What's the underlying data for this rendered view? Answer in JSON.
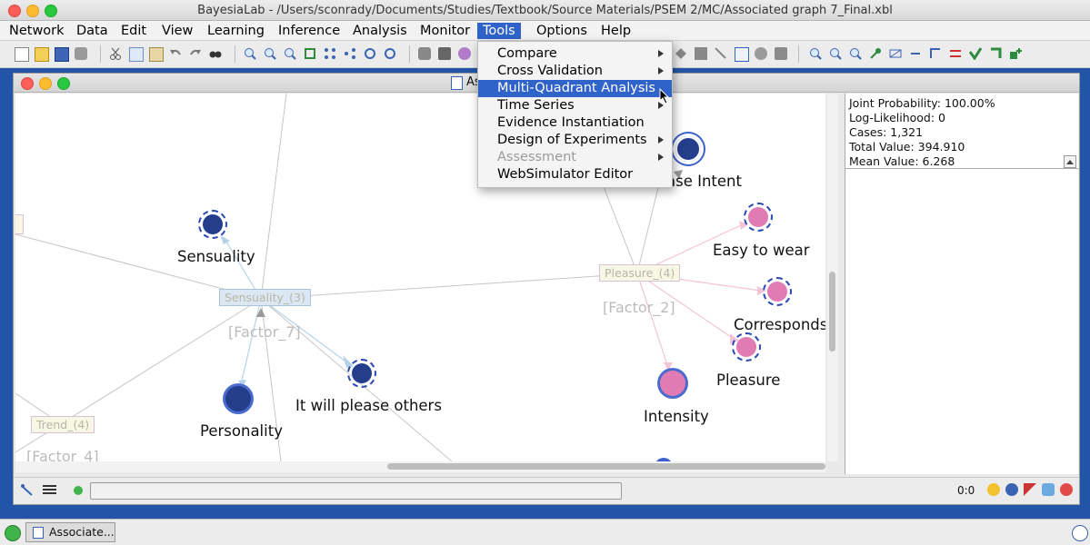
{
  "window": {
    "title": "BayesiaLab - /Users/sconrady/Documents/Studies/Textbook/Source Materials/PSEM 2/MC/Associated graph 7_Final.xbl"
  },
  "menubar": {
    "items": [
      "Network",
      "Data",
      "Edit",
      "View",
      "Learning",
      "Inference",
      "Analysis",
      "Monitor",
      "Tools",
      "Options",
      "Help"
    ],
    "active": "Tools"
  },
  "tools_menu": {
    "items": [
      {
        "label": "Compare",
        "submenu": true,
        "state": "normal"
      },
      {
        "label": "Cross Validation",
        "submenu": true,
        "state": "normal"
      },
      {
        "label": "Multi-Quadrant Analysis",
        "submenu": false,
        "state": "selected"
      },
      {
        "label": "Time Series",
        "submenu": true,
        "state": "normal"
      },
      {
        "label": "Evidence Instantiation",
        "submenu": false,
        "state": "normal"
      },
      {
        "label": "Design of Experiments",
        "submenu": true,
        "state": "normal"
      },
      {
        "label": "Assessment",
        "submenu": true,
        "state": "disabled"
      },
      {
        "label": "WebSimulator Editor",
        "submenu": false,
        "state": "normal"
      }
    ]
  },
  "inner_window": {
    "title_fragment": "As"
  },
  "graph": {
    "nodes": {
      "sensuality": "Sensuality",
      "personality": "Personality",
      "please_others": "It will please others",
      "purchase_intent": "ase Intent",
      "easy_to_wear": "Easy to wear",
      "corresponds": "Corresponds",
      "pleasure": "Pleasure",
      "intensity": "Intensity"
    },
    "factors": {
      "factor_7_box": "Sensuality_(3)",
      "factor_7_name": "[Factor_7]",
      "factor_2_box": "Pleasure_(4)",
      "factor_2_name": "[Factor_2]",
      "factor_4_box": "Trend_(4)",
      "factor_4_name": "[Factor_4]"
    },
    "colors": {
      "blue_node": "#243e8c",
      "pink_node": "#e07bb3",
      "factor_box_bg": "#f8f7e6"
    }
  },
  "info_panel": {
    "joint_probability": "Joint Probability: 100.00%",
    "log_likelihood": "Log-Likelihood: 0",
    "cases": "Cases: 1,321",
    "total_value": "Total Value: 394.910",
    "mean_value": "Mean Value: 6.268"
  },
  "statusbar": {
    "counter": "0:0"
  },
  "dock": {
    "item_label": "Associate..."
  }
}
